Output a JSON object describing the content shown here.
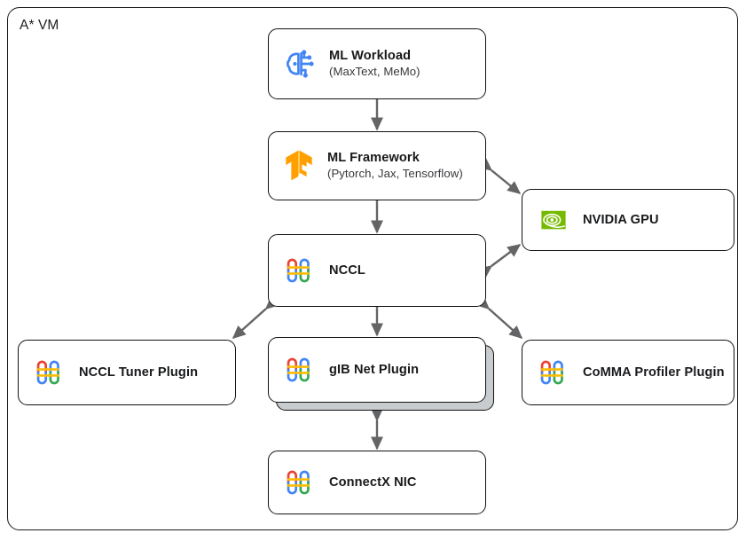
{
  "diagram": {
    "container": {
      "label": "A* VM"
    },
    "nodes": [
      {
        "id": "ml-workload",
        "title": "ML Workload",
        "subtitle": "(MaxText, MeMo)",
        "icon": "ml-brain-circuit-icon",
        "icon_color": "#4285F4"
      },
      {
        "id": "ml-framework",
        "title": "ML Framework",
        "subtitle": "(Pytorch, Jax, Tensorflow)",
        "icon": "tensorflow-icon",
        "icon_color": "#FF9E0B"
      },
      {
        "id": "nccl",
        "title": "NCCL",
        "subtitle": "",
        "icon": "google-interconnect-icon",
        "icon_color": "#EA4335"
      },
      {
        "id": "nvidia-gpu",
        "title": "NVIDIA GPU",
        "subtitle": "",
        "icon": "nvidia-icon",
        "icon_color": "#76B900"
      },
      {
        "id": "nccl-tuner-plugin",
        "title": "NCCL Tuner Plugin",
        "subtitle": "",
        "icon": "google-interconnect-icon",
        "icon_color": "#EA4335"
      },
      {
        "id": "gib-net-plugin",
        "title": "gIB Net Plugin",
        "subtitle": "",
        "icon": "google-interconnect-icon",
        "icon_color": "#EA4335"
      },
      {
        "id": "comma-profiler-plugin",
        "title": "CoMMA Profiler Plugin",
        "subtitle": "",
        "icon": "google-interconnect-icon",
        "icon_color": "#EA4335"
      },
      {
        "id": "connectx-nic",
        "title": "ConnectX NIC",
        "subtitle": "",
        "icon": "google-interconnect-icon",
        "icon_color": "#EA4335"
      }
    ],
    "connections": [
      {
        "from": "ml-workload",
        "to": "ml-framework",
        "style": "bidirectional-vertical"
      },
      {
        "from": "ml-framework",
        "to": "nccl",
        "style": "bidirectional-vertical"
      },
      {
        "from": "ml-framework",
        "to": "nvidia-gpu",
        "style": "bidirectional-diagonal"
      },
      {
        "from": "nccl",
        "to": "nvidia-gpu",
        "style": "bidirectional-diagonal"
      },
      {
        "from": "nccl",
        "to": "nccl-tuner-plugin",
        "style": "bidirectional-diagonal"
      },
      {
        "from": "nccl",
        "to": "gib-net-plugin",
        "style": "bidirectional-vertical"
      },
      {
        "from": "nccl",
        "to": "comma-profiler-plugin",
        "style": "bidirectional-diagonal"
      },
      {
        "from": "gib-net-plugin",
        "to": "connectx-nic",
        "style": "bidirectional-vertical"
      }
    ],
    "palette": {
      "arrow": "#636466",
      "border": "#111111",
      "google_red": "#EA4335",
      "google_blue": "#4285F4",
      "google_yellow": "#FBBC04",
      "google_green": "#34A853",
      "nvidia_green": "#76B900",
      "tensorflow_orange": "#FF9E0B",
      "stack_shadow": "#c9ccce"
    }
  }
}
